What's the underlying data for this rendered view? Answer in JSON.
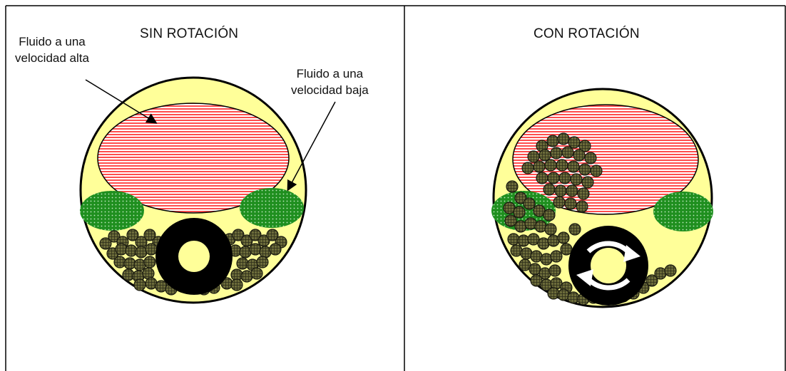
{
  "left_panel": {
    "title": "SIN ROTACIÓN",
    "label_high": {
      "line1": "Fluido a una",
      "line2": "velocidad alta"
    },
    "label_low": {
      "line1": "Fluido a una",
      "line2": "velocidad baja"
    }
  },
  "right_panel": {
    "title": "CON ROTACIÓN"
  },
  "colors": {
    "annulus_fill": "#ffff99",
    "high_velocity_fluid": "#ff6666",
    "low_velocity_fluid": "#229922",
    "cuttings": "#555533",
    "pipe": "#000000",
    "border": "#000000"
  }
}
